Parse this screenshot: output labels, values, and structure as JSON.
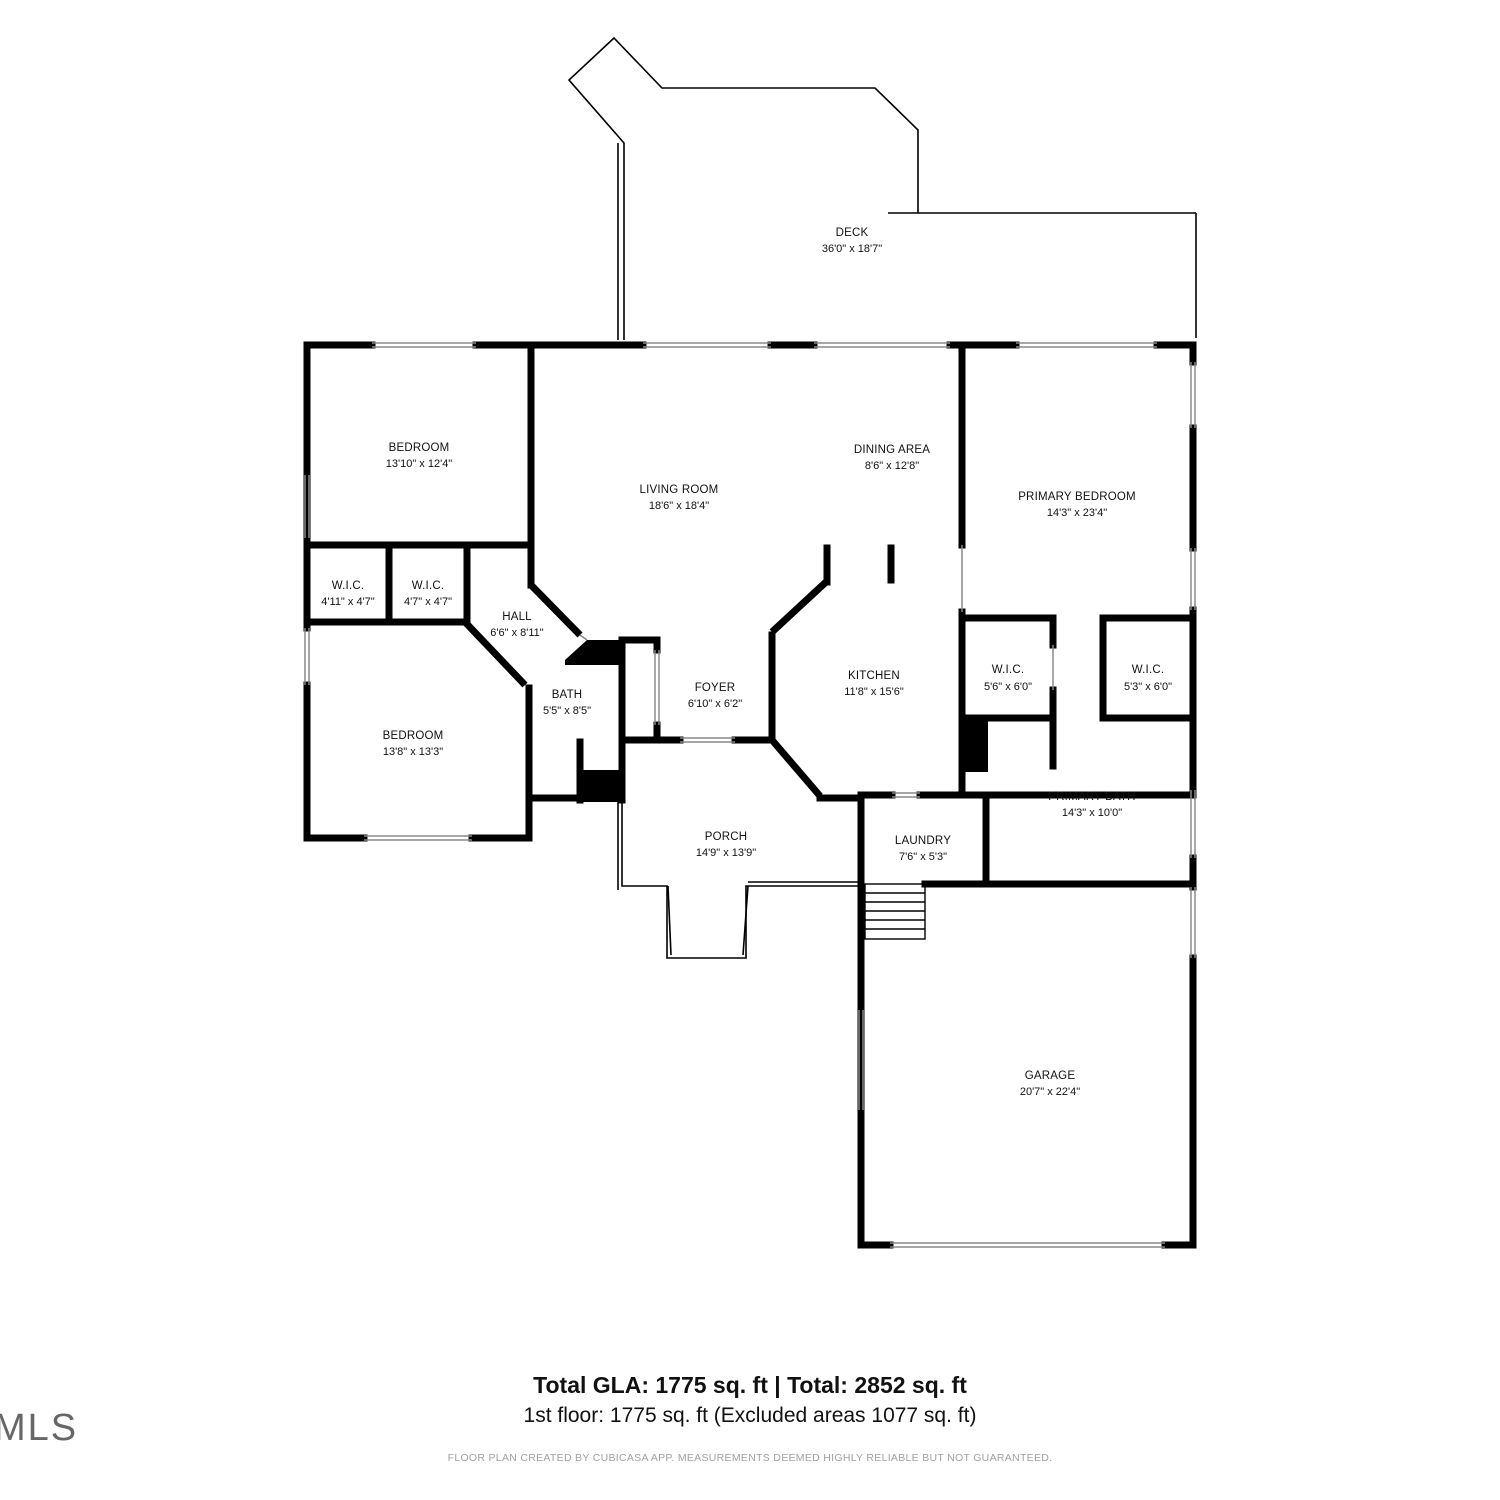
{
  "rooms": {
    "deck": {
      "name": "DECK",
      "dim": "36'0\" x 18'7\""
    },
    "bedroom_1": {
      "name": "BEDROOM",
      "dim": "13'10\" x 12'4\""
    },
    "living_room": {
      "name": "LIVING ROOM",
      "dim": "18'6\" x 18'4\""
    },
    "dining_area": {
      "name": "DINING AREA",
      "dim": "8'6\" x 12'8\""
    },
    "primary_bedroom": {
      "name": "PRIMARY BEDROOM",
      "dim": "14'3\" x 23'4\""
    },
    "wic_1": {
      "name": "W.I.C.",
      "dim": "4'11\" x 4'7\""
    },
    "wic_2": {
      "name": "W.I.C.",
      "dim": "4'7\" x 4'7\""
    },
    "hall": {
      "name": "HALL",
      "dim": "6'6\" x 8'11\""
    },
    "bath": {
      "name": "BATH",
      "dim": "5'5\" x 8'5\""
    },
    "foyer": {
      "name": "FOYER",
      "dim": "6'10\" x 6'2\""
    },
    "kitchen": {
      "name": "KITCHEN",
      "dim": "11'8\" x 15'6\""
    },
    "wic_3": {
      "name": "W.I.C.",
      "dim": "5'6\" x 6'0\""
    },
    "wic_4": {
      "name": "W.I.C.",
      "dim": "5'3\" x 6'0\""
    },
    "bedroom_2": {
      "name": "BEDROOM",
      "dim": "13'8\" x 13'3\""
    },
    "primary_bath": {
      "name": "PRIMARY BATH",
      "dim": "14'3\" x 10'0\""
    },
    "porch": {
      "name": "PORCH",
      "dim": "14'9\" x 13'9\""
    },
    "laundry": {
      "name": "LAUNDRY",
      "dim": "7'6\" x 5'3\""
    },
    "garage": {
      "name": "GARAGE",
      "dim": "20'7\" x 22'4\""
    }
  },
  "summary": {
    "total_line": "Total GLA: 1775 sq. ft | Total: 2852 sq. ft",
    "floor_line": "1st floor: 1775 sq. ft (Excluded areas 1077 sq. ft)",
    "disclaimer": "FLOOR PLAN CREATED BY CUBICASA APP. MEASUREMENTS DEEMED HIGHLY RELIABLE BUT NOT GUARANTEED."
  },
  "logo": {
    "text": "MLS"
  },
  "colors": {
    "wall": "#000000",
    "window": "#9a9a9a",
    "background": "#ffffff",
    "disclaimer": "#a0a0a0"
  }
}
